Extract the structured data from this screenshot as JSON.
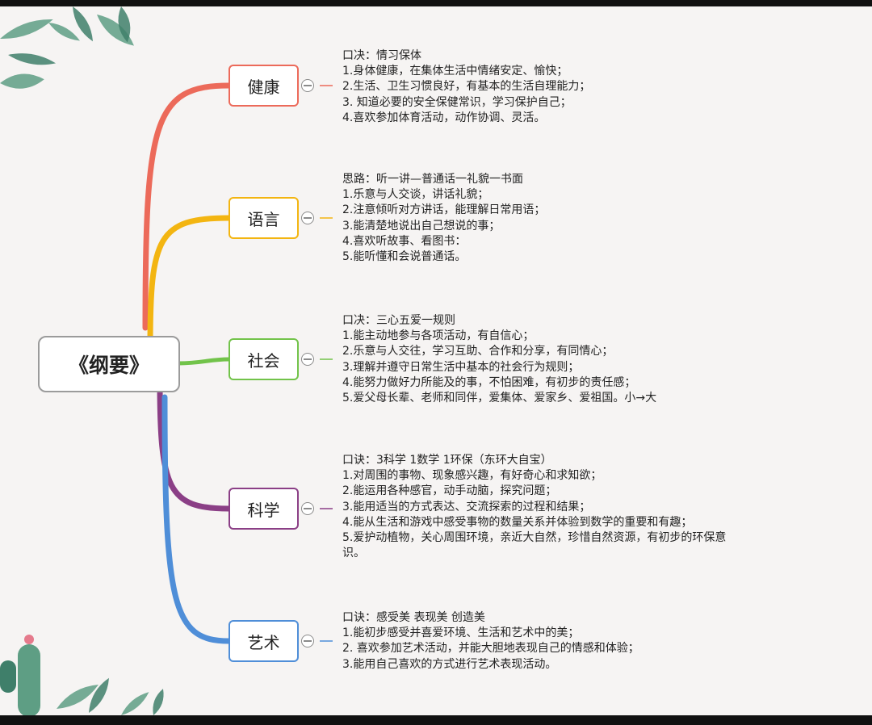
{
  "root": {
    "label": "《纲要》"
  },
  "branches": [
    {
      "label": "健康",
      "color": "#ec6a5a",
      "mnemonic": "口决：情习保体",
      "items": [
        "1.身体健康，在集体生活中情绪安定、愉快；",
        "2.生活、卫生习惯良好，有基本的生活自理能力；",
        "3. 知道必要的安全保健常识，学习保护自己；",
        "4.喜欢参加体育活动，动作协调、灵活。"
      ]
    },
    {
      "label": "语言",
      "color": "#f3b511",
      "mnemonic": "思路：听一讲—普通话一礼貌一书面",
      "items": [
        "1.乐意与人交谈，讲话礼貌；",
        "2.注意倾听对方讲话，能理解日常用语；",
        "3.能清楚地说出自己想说的事；",
        "4.喜欢听故事、看图书：",
        "5.能听懂和会说普通话。"
      ]
    },
    {
      "label": "社会",
      "color": "#72c34a",
      "mnemonic": "口决：三心五爱一规则",
      "items": [
        "1.能主动地参与各项活动，有自信心；",
        "2.乐意与人交往，学习互助、合作和分享，有同情心；",
        "3.理解并遵守日常生活中基本的社会行为规则；",
        "4.能努力做好力所能及的事，不怕困难，有初步的责任感；",
        "5.爱父母长辈、老师和同伴，爱集体、爱家乡、爱祖国。小→大"
      ]
    },
    {
      "label": "科学",
      "color": "#8b3f86",
      "mnemonic": "口诀：3科学 1数学 1环保（东环大自宝）",
      "items": [
        "1.对周围的事物、现象感兴趣，有好奇心和求知欲；",
        "2.能运用各种感官，动手动脑，探究问题；",
        "3.能用适当的方式表达、交流探索的过程和结果；",
        "4.能从生活和游戏中感受事物的数量关系并体验到数学的重要和有趣；",
        "5.爱护动植物，关心周围环境，亲近大自然，珍惜自然资源，有初步的环保意",
        "识。"
      ]
    },
    {
      "label": "艺术",
      "color": "#4f8ed8",
      "mnemonic": "口诀：感受美 表现美 创造美",
      "items": [
        "1.能初步感受并喜爱环境、生活和艺术中的美；",
        "2. 喜欢参加艺术活动，并能大胆地表现自己的情感和体验；",
        "3.能用自己喜欢的方式进行艺术表现活动。"
      ]
    }
  ],
  "decor": {
    "leaf_color": "#5e9e84",
    "leaf_dark": "#3f7f6a",
    "flower_color": "#e57a8c"
  }
}
